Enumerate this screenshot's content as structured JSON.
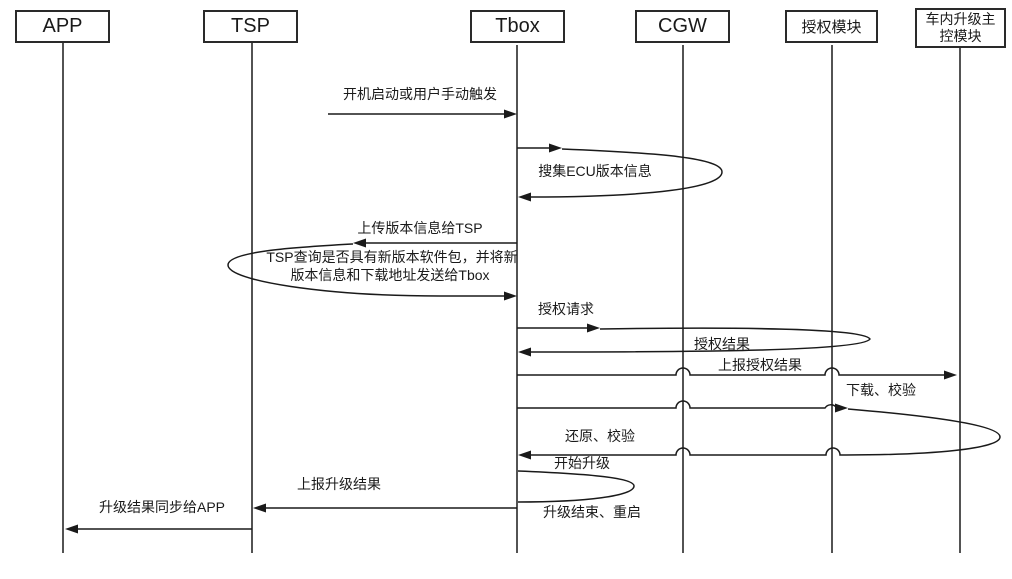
{
  "diagram": {
    "type": "sequence-diagram",
    "colors": {
      "line": "#1a1a1a",
      "background": "#ffffff",
      "box_fill": "#ffffff"
    }
  },
  "actors": [
    {
      "name": "APP"
    },
    {
      "name": "TSP"
    },
    {
      "name": "Tbox"
    },
    {
      "name": "CGW"
    },
    {
      "name": "授权模块"
    },
    {
      "name": "车内升级主控模块"
    }
  ],
  "messages": {
    "trigger": "开机启动或用户手动触发",
    "collect_ecu": "搜集ECU版本信息",
    "upload_version": "上传版本信息给TSP",
    "tsp_query_line1": "TSP查询是否具有新版本软件包，并将新",
    "tsp_query_line2": "版本信息和下载地址发送给Tbox",
    "auth_request": "授权请求",
    "auth_result": "授权结果",
    "report_auth_result": "上报授权结果",
    "download_verify": "下载、校验",
    "restore_verify": "还原、校验",
    "start_upgrade": "开始升级",
    "report_upgrade_result": "上报升级结果",
    "upgrade_finish_reboot": "升级结束、重启",
    "sync_result_to_app": "升级结果同步给APP"
  }
}
